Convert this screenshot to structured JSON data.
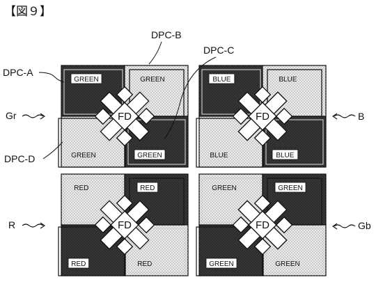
{
  "figure_title": "【図９】",
  "labels": {
    "dpc_a": "DPC-A",
    "dpc_b": "DPC-B",
    "dpc_c": "DPC-C",
    "dpc_d": "DPC-D",
    "gr": "Gr",
    "b": "B",
    "r": "R",
    "gb": "Gb"
  },
  "fd_label": "FD",
  "quadrants": [
    {
      "name": "gr",
      "pixels": [
        "GREEN",
        "GREEN",
        "GREEN",
        "GREEN"
      ]
    },
    {
      "name": "b",
      "pixels": [
        "BLUE",
        "BLUE",
        "BLUE",
        "BLUE"
      ]
    },
    {
      "name": "r",
      "pixels": [
        "RED",
        "RED",
        "RED",
        "RED"
      ]
    },
    {
      "name": "gb",
      "pixels": [
        "GREEN",
        "GREEN",
        "GREEN",
        "GREEN"
      ]
    }
  ],
  "colors": {
    "dark_pixel": "#2e2e2e",
    "light_pixel": "#e9e9e9",
    "line": "#111111"
  }
}
